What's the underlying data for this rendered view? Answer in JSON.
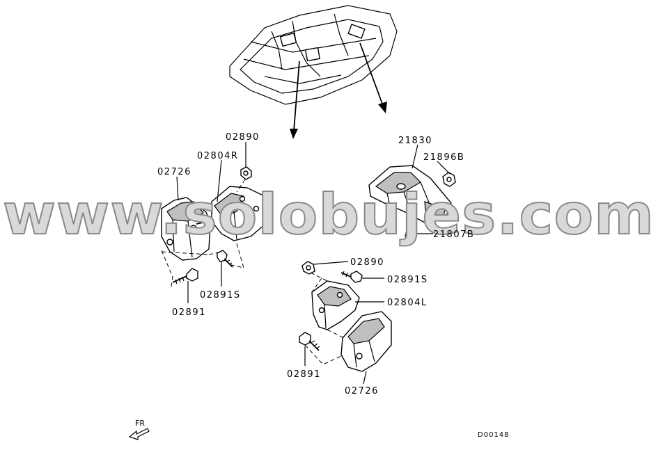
{
  "watermark": "www.solobujes.com",
  "labels": {
    "p02890_top": "02890",
    "p02804R": "02804R",
    "p02726_left": "02726",
    "p02891_left": "02891",
    "p02891S_left": "02891S",
    "p21830": "21830",
    "p21896B": "21896B",
    "p21807B": "21807B",
    "p02890_mid": "02890",
    "p02891S_mid": "02891S",
    "p02804L": "02804L",
    "p02891_bottom": "02891",
    "p02726_bottom": "02726"
  },
  "direction_marker": "FR",
  "diagram_code": "D00148"
}
